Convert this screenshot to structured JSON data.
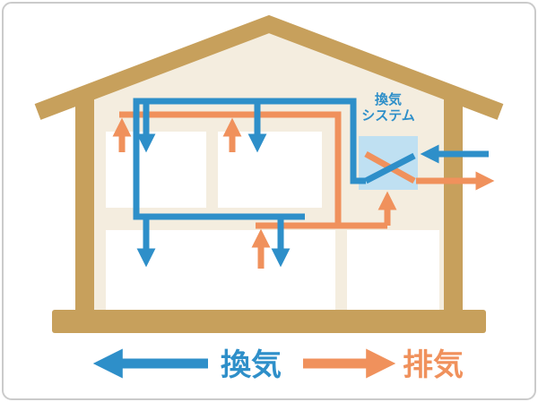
{
  "colors": {
    "background": "#ffffff",
    "border": "#cbcbcb",
    "house_frame": "#c7a05c",
    "interior": "#f4eddf",
    "room": "#ffffff",
    "unit_fill": "#bfe0f2",
    "intake_blue": "#2e8fc9",
    "exhaust_orange": "#f0915c"
  },
  "diagram": {
    "unit_label": {
      "line1": "換気",
      "line2": "システム"
    },
    "legend": {
      "intake_label": "換気",
      "exhaust_label": "排気"
    }
  }
}
